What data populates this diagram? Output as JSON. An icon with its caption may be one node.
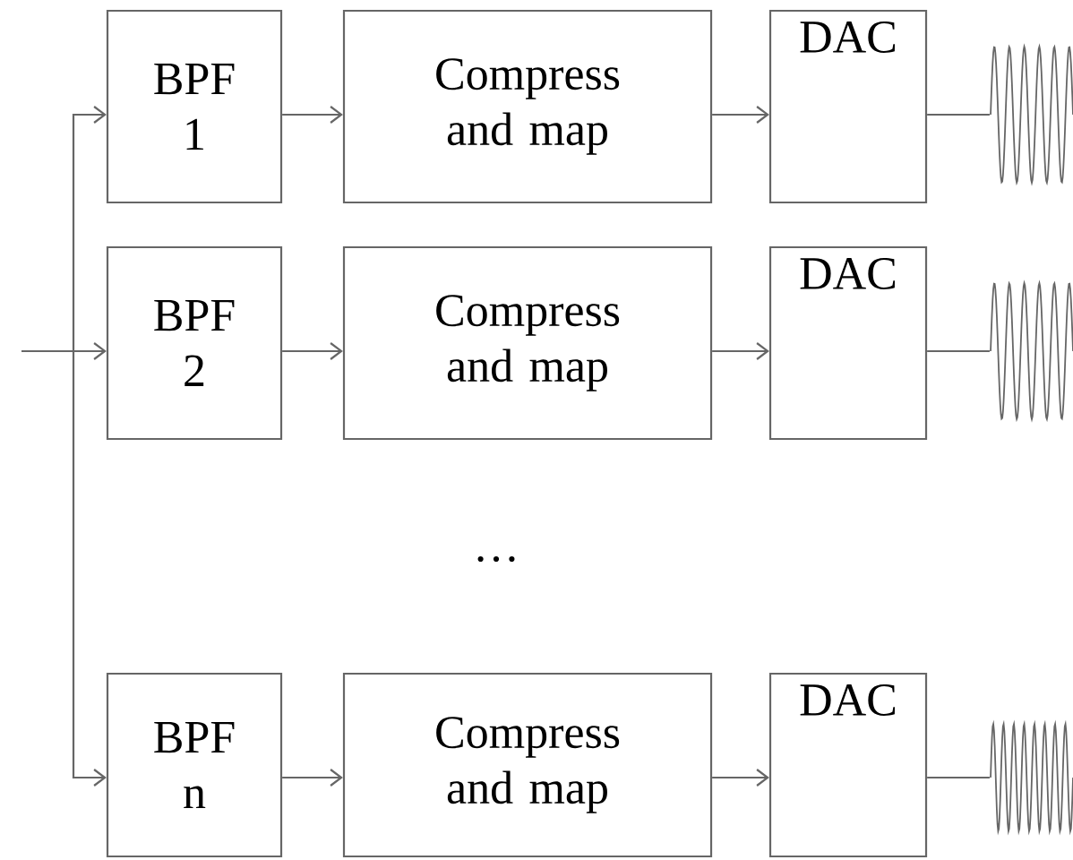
{
  "diagram": {
    "nodes": [
      {
        "text": [
          "BPF 1"
        ]
      },
      {
        "text": [
          "Compress and map"
        ]
      },
      {
        "text": [
          "DAC"
        ]
      },
      {
        "text": [],
        "shape": "picture"
      },
      {
        "text": [
          "BPF 2"
        ]
      },
      {
        "text": [
          "Compress and map"
        ]
      },
      {
        "text": [
          "DAC"
        ]
      },
      {
        "text": [],
        "shape": "picture"
      },
      {
        "text": [
          "BPF n"
        ]
      },
      {
        "text": [
          "Compress and map"
        ]
      },
      {
        "text": [
          "DAC"
        ]
      },
      {
        "text": [],
        "shape": "picture"
      }
    ],
    "edges": [
      {
        "from": null,
        "to": 0,
        "arrow": "to"
      },
      {
        "from": null,
        "to": 4,
        "arrow": "to"
      },
      {
        "from": null,
        "to": 8,
        "arrow": "to"
      },
      {
        "from": 0,
        "to": 1,
        "arrow": "to"
      },
      {
        "from": 1,
        "to": 2,
        "arrow": "to"
      },
      {
        "from": 2,
        "to": 3,
        "arrow": "none"
      },
      {
        "from": 4,
        "to": 5,
        "arrow": "to"
      },
      {
        "from": 5,
        "to": 6,
        "arrow": "to"
      },
      {
        "from": 6,
        "to": 7,
        "arrow": "none"
      },
      {
        "from": 8,
        "to": 9,
        "arrow": "to"
      },
      {
        "from": 9,
        "to": 10,
        "arrow": "to"
      },
      {
        "from": 10,
        "to": 11,
        "arrow": "none"
      }
    ],
    "labels": [
      "…"
    ]
  }
}
